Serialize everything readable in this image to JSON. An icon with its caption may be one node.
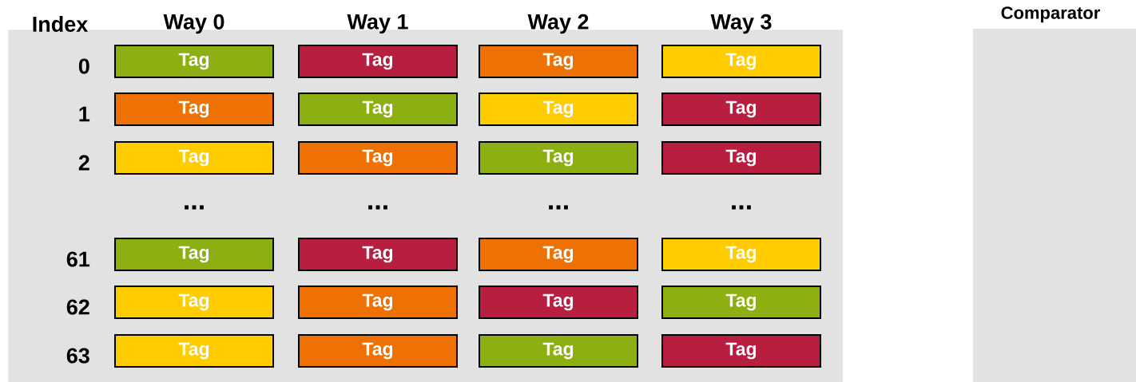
{
  "diagram": {
    "nodes": [
      {
        "text": [],
        "shape": "box"
      },
      {
        "text": [
          "Comparator"
        ]
      },
      {
        "text": [
          "Tag"
        ],
        "in": 0
      },
      {
        "text": [
          "Tag"
        ],
        "in": 0
      },
      {
        "text": [
          "Tag"
        ],
        "in": 0
      },
      {
        "text": [
          "Tag"
        ],
        "in": 0
      },
      {
        "text": [
          "Tag"
        ],
        "in": 0
      },
      {
        "text": [
          "Tag"
        ],
        "in": 0
      },
      {
        "text": [
          "Tag"
        ],
        "in": 0
      },
      {
        "text": [
          "Tag"
        ],
        "in": 0
      },
      {
        "text": [
          "Tag"
        ],
        "in": 0
      },
      {
        "text": [
          "Tag"
        ],
        "in": 0
      },
      {
        "text": [
          "Tag"
        ],
        "in": 0
      },
      {
        "text": [
          "Tag"
        ],
        "in": 0
      },
      {
        "text": [
          "Tag"
        ],
        "in": 0
      },
      {
        "text": [
          "Tag"
        ],
        "in": 0
      },
      {
        "text": [
          "Tag"
        ],
        "in": 0
      },
      {
        "text": [
          "Tag"
        ],
        "in": 0
      },
      {
        "text": [
          "Tag"
        ],
        "in": 0
      },
      {
        "text": [
          "Tag"
        ],
        "in": 0
      },
      {
        "text": [
          "Tag"
        ],
        "in": 0
      },
      {
        "text": [
          "Tag"
        ],
        "in": 0
      },
      {
        "text": [
          "Tag"
        ],
        "in": 0
      },
      {
        "text": [
          "Tag"
        ],
        "in": 0
      },
      {
        "text": [
          "Tag"
        ],
        "in": 0
      },
      {
        "text": [
          "Tag"
        ],
        "in": 0
      }
    ],
    "labels": [
      "Index",
      "Way 0",
      "Way 1",
      "Way 2",
      "Way 3",
      "0",
      "1",
      "2",
      "...",
      "...",
      "...",
      "...",
      "61",
      "62",
      "63"
    ]
  }
}
